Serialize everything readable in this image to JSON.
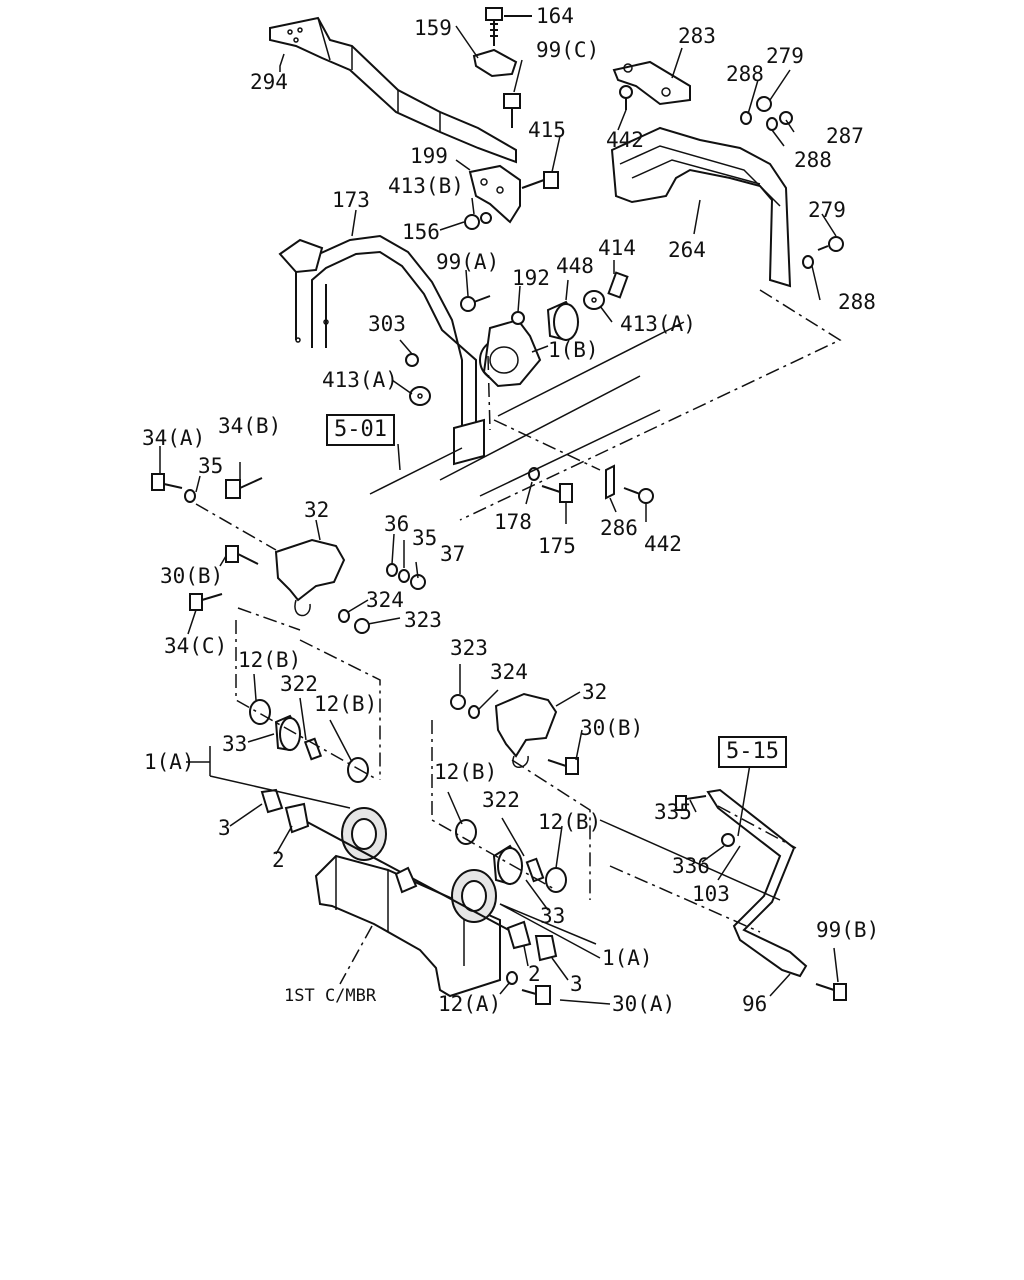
{
  "callouts": {
    "p294": "294",
    "p159": "159",
    "p164": "164",
    "p99c": "99(C)",
    "p283": "283",
    "p279a": "279",
    "p288a": "288",
    "p287": "287",
    "p288b": "288",
    "p442a": "442",
    "p415": "415",
    "p199": "199",
    "p413b": "413(B)",
    "p173": "173",
    "p156": "156",
    "p279b": "279",
    "p288c": "288",
    "p264": "264",
    "p414": "414",
    "p448": "448",
    "p192": "192",
    "p99a": "99(A)",
    "p413a1": "413(A)",
    "p303": "303",
    "p1b": "1(B)",
    "p413a2": "413(A)",
    "p34a": "34(A)",
    "p34b": "34(B)",
    "p35a": "35",
    "p32a": "32",
    "p36": "36",
    "p35b": "35",
    "p37": "37",
    "p178": "178",
    "p175": "175",
    "p286": "286",
    "p442b": "442",
    "p30b1": "30(B)",
    "p34c": "34(C)",
    "p324a": "324",
    "p323a": "323",
    "p323b": "323",
    "p324b": "324",
    "p32b": "32",
    "p30b2": "30(B)",
    "p12b1": "12(B)",
    "p322a": "322",
    "p12b2": "12(B)",
    "p33a": "33",
    "p1a1": "1(A)",
    "p3a": "3",
    "p2a": "2",
    "p12b3": "12(B)",
    "p322b": "322",
    "p12b4": "12(B)",
    "p33b": "33",
    "p2b": "2",
    "p3b": "3",
    "p1a2": "1(A)",
    "p12a": "12(A)",
    "p30a": "30(A)",
    "p335": "335",
    "p336": "336",
    "p103": "103",
    "p99b": "99(B)",
    "p96": "96"
  },
  "references": {
    "r501": "5-01",
    "r515": "5-15"
  },
  "note": "1ST C/MBR"
}
